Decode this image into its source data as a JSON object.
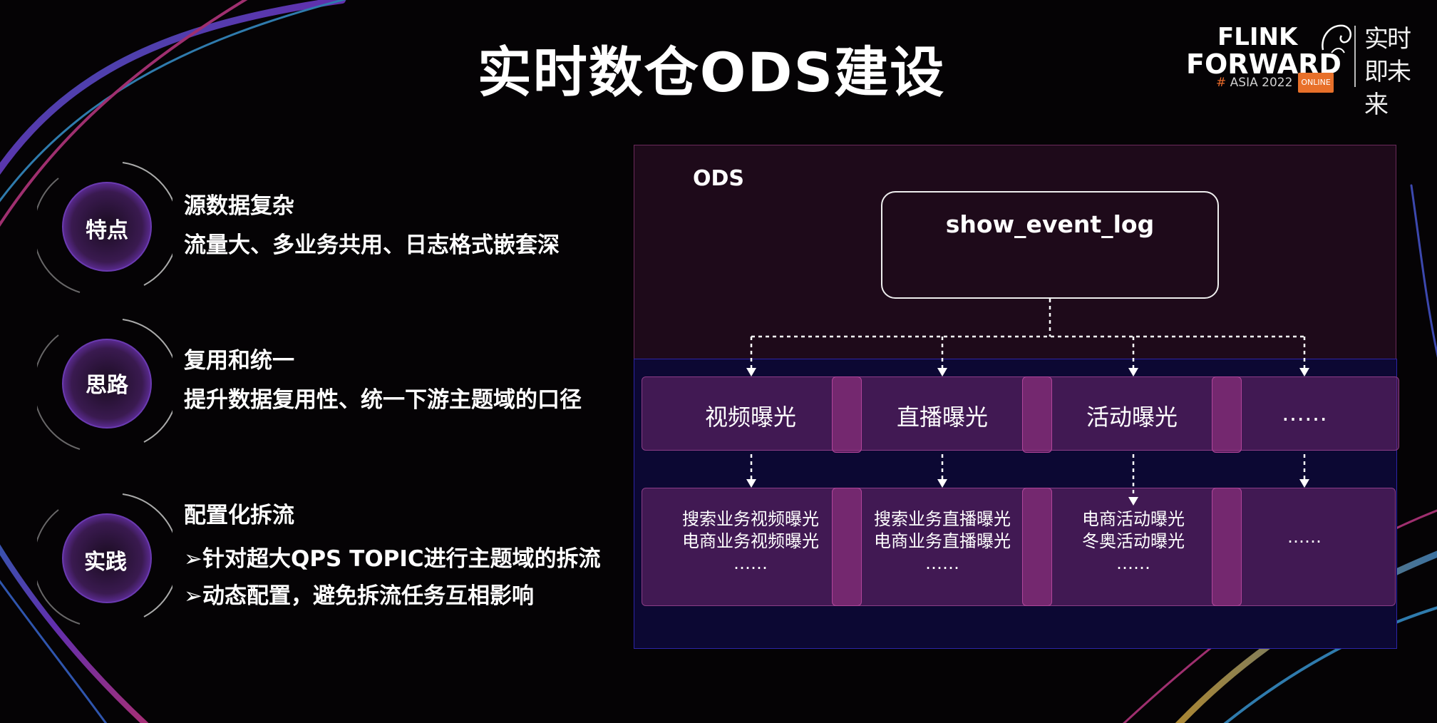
{
  "title": "实时数仓ODS建设",
  "logo": {
    "line1": "FLINK",
    "line2": "FORWARD",
    "hash": "#",
    "event": "ASIA 2022",
    "badge": "ONLINE",
    "slogan": "实时即未来"
  },
  "points": [
    {
      "label": "特点",
      "heading": "源数据复杂",
      "lines": [
        "流量大、多业务共用、日志格式嵌套深"
      ]
    },
    {
      "label": "思路",
      "heading": "复用和统一",
      "lines": [
        "提升数据复用性、统一下游主题域的口径"
      ]
    },
    {
      "label": "实践",
      "heading": "配置化拆流",
      "lines": [
        "➢针对超大QPS TOPIC进行主题域的拆流",
        "➢动态配置，避免拆流任务互相影响"
      ]
    }
  ],
  "diagram": {
    "ods_label": "ODS",
    "source": "show_event_log",
    "categories": [
      "视频曝光",
      "直播曝光",
      "活动曝光",
      "……"
    ],
    "subcategories": [
      [
        "搜索业务视频曝光",
        "电商业务视频曝光",
        "……"
      ],
      [
        "搜索业务直播曝光",
        "电商业务直播曝光",
        "……"
      ],
      [
        "电商活动曝光",
        "冬奥活动曝光",
        "……"
      ],
      [
        "……"
      ]
    ]
  },
  "colors": {
    "background": "#050305",
    "ods_top": "#1e0a1a",
    "ods_bottom": "#0c0833",
    "cell": "#6e286e",
    "accent_orange": "#e8702a"
  }
}
